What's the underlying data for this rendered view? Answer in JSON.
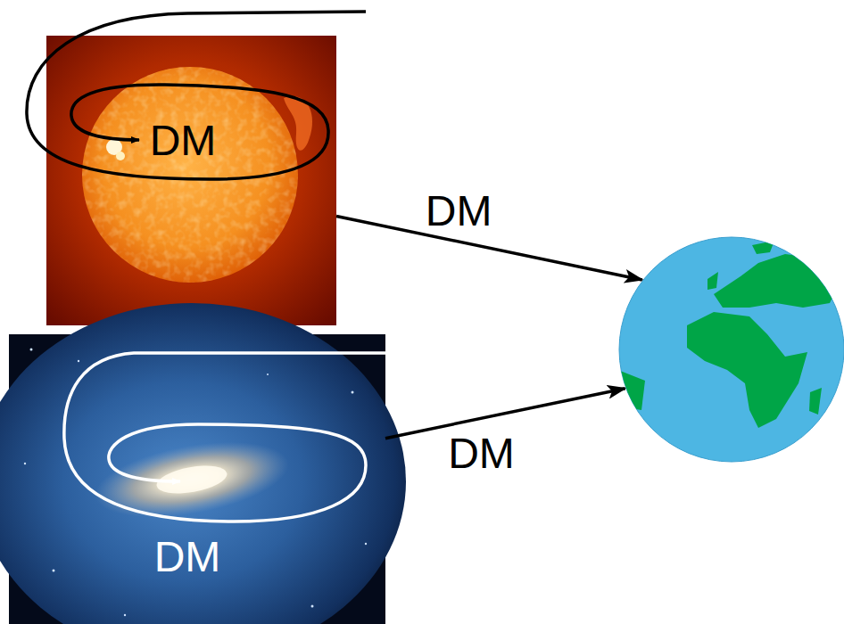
{
  "diagram": {
    "nodes": [
      {
        "text": [
          "DM"
        ]
      },
      {
        "text": [
          "DM"
        ]
      },
      {
        "text": []
      }
    ],
    "edges": [
      {
        "from": 0,
        "to": 2,
        "arrow": "to",
        "label": "DM"
      },
      {
        "from": 1,
        "to": 2,
        "arrow": "to",
        "label": "DM"
      }
    ]
  }
}
